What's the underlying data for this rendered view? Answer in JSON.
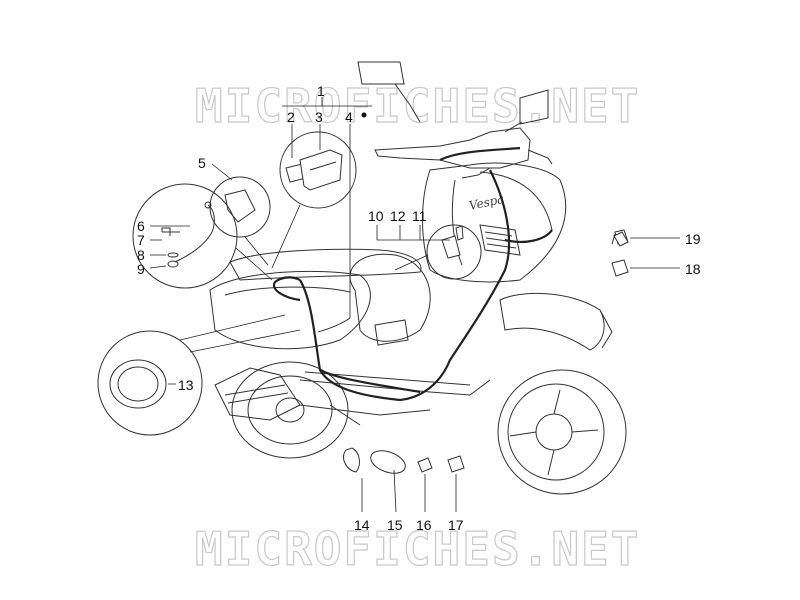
{
  "watermark": "MICROFICHES.NET",
  "callouts": {
    "c1": "1",
    "c2": "2",
    "c3": "3",
    "c4": "4",
    "c5": "5",
    "c6": "6",
    "c7": "7",
    "c8": "8",
    "c9": "9",
    "c10": "10",
    "c11": "11",
    "c12": "12",
    "c13": "13",
    "c14": "14",
    "c15": "15",
    "c16": "16",
    "c17": "17",
    "c18": "18",
    "c19": "19"
  },
  "logo_script": "Vespa"
}
